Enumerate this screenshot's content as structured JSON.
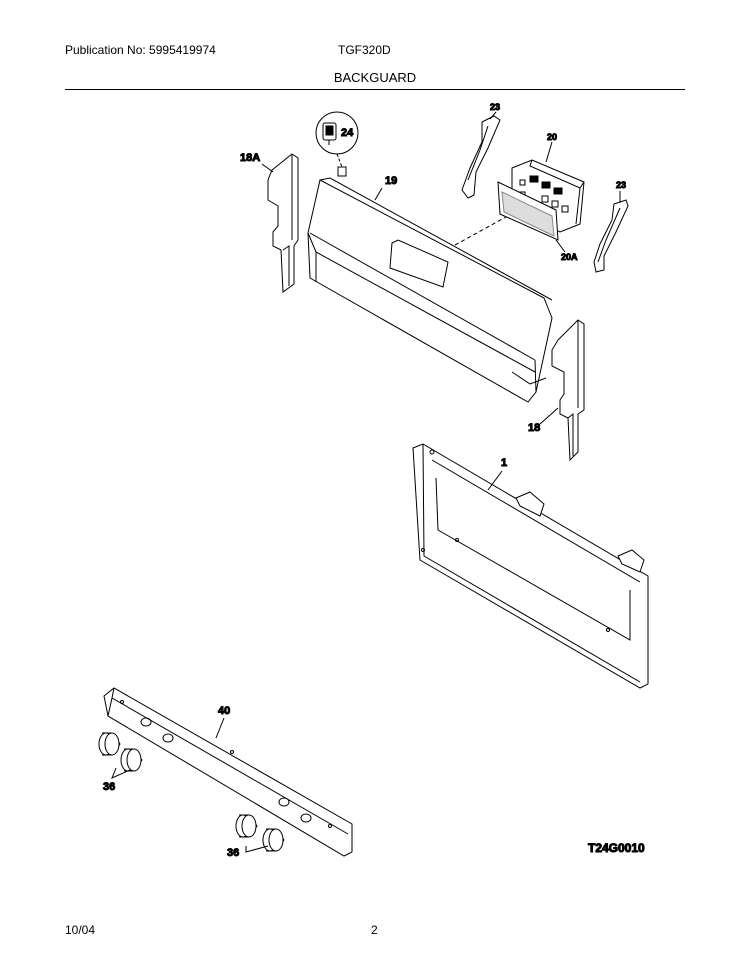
{
  "header": {
    "publication": "Publication No: 5995419974",
    "model": "TGF320D",
    "section": "BACKGUARD"
  },
  "callouts": {
    "p18a": "18A",
    "p24": "24",
    "p19": "19",
    "p23a": "23",
    "p20": "20",
    "p23b": "23",
    "p20a": "20A",
    "p18": "18",
    "p1": "1",
    "p40": "40",
    "p36a": "36",
    "p36b": "36"
  },
  "diagram_code": "T24G0010",
  "footer": {
    "date": "10/04",
    "page": "2"
  }
}
